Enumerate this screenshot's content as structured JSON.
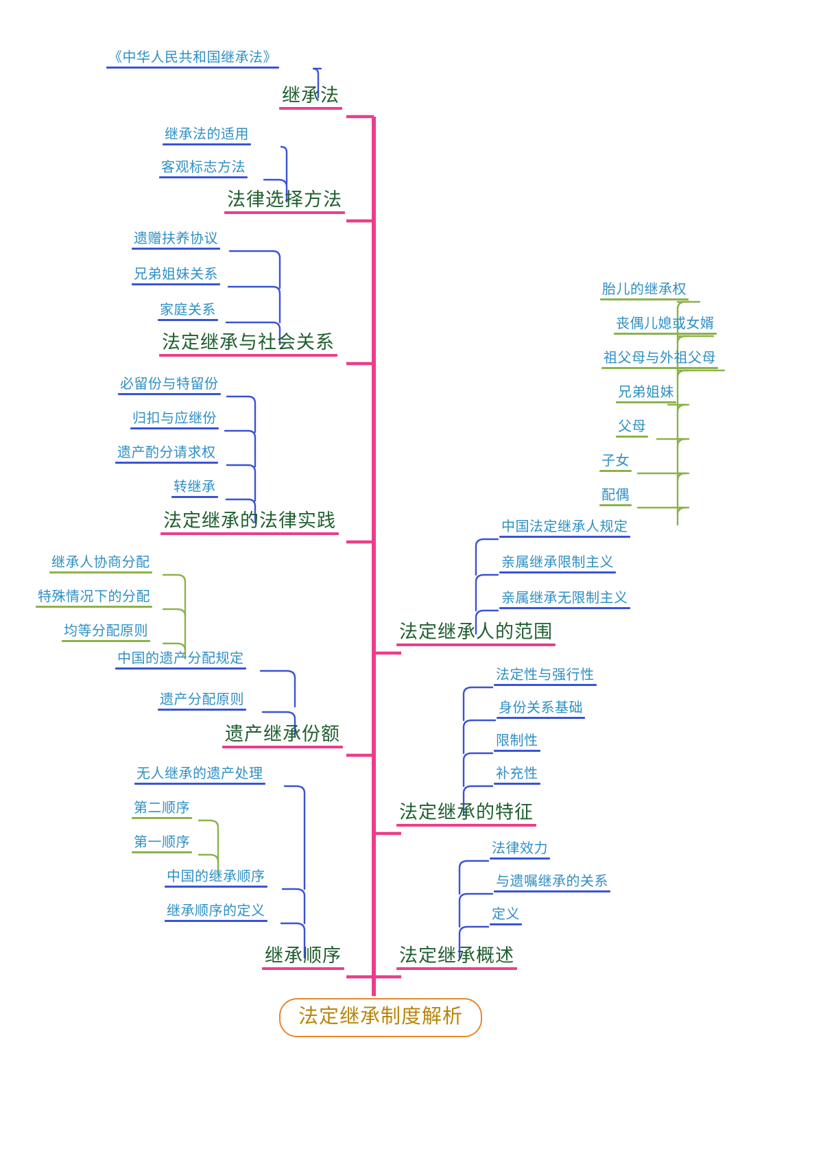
{
  "colors": {
    "root_border": "#E8872B",
    "root_text": "#B8860B",
    "spine": "#EC3D8A",
    "level1_text": "#1F5E2E",
    "level2_text": "#2E8FC4",
    "level2_rule": "#3A52D6",
    "level3_rule": "#8BB24A",
    "background": "#FFFFFF"
  },
  "chart_data": {
    "type": "diagram",
    "title": "法定继承制度解析",
    "layout": "mindmap-bottom-root"
  },
  "root": {
    "label": "法定继承制度解析"
  },
  "branches": [
    {
      "label": "继承法",
      "children": [
        {
          "label": "《中华人民共和国继承法》",
          "children": []
        }
      ]
    },
    {
      "label": "法律选择方法",
      "children": [
        {
          "label": "继承法的适用",
          "children": []
        },
        {
          "label": "客观标志方法",
          "children": []
        }
      ]
    },
    {
      "label": "法定继承与社会关系",
      "children": [
        {
          "label": "遗赠扶养协议",
          "children": []
        },
        {
          "label": "兄弟姐妹关系",
          "children": []
        },
        {
          "label": "家庭关系",
          "children": []
        }
      ]
    },
    {
      "label": "法定继承的法律实践",
      "children": [
        {
          "label": "必留份与特留份",
          "children": []
        },
        {
          "label": "归扣与应继份",
          "children": []
        },
        {
          "label": "遗产酌分请求权",
          "children": []
        },
        {
          "label": "转继承",
          "children": []
        }
      ]
    },
    {
      "label": "法定继承人的范围",
      "children": [
        {
          "label": "中国法定继承人规定",
          "children": [
            {
              "label": "胎儿的继承权"
            },
            {
              "label": "丧偶儿媳或女婿"
            },
            {
              "label": "祖父母与外祖父母"
            },
            {
              "label": "兄弟姐妹"
            },
            {
              "label": "父母"
            },
            {
              "label": "子女"
            },
            {
              "label": "配偶"
            }
          ]
        },
        {
          "label": "亲属继承限制主义",
          "children": []
        },
        {
          "label": "亲属继承无限制主义",
          "children": []
        }
      ]
    },
    {
      "label": "遗产继承份额",
      "children": [
        {
          "label": "中国的遗产分配规定",
          "children": [
            {
              "label": "继承人协商分配"
            },
            {
              "label": "特殊情况下的分配"
            },
            {
              "label": "均等分配原则"
            }
          ]
        },
        {
          "label": "遗产分配原则",
          "children": []
        }
      ]
    },
    {
      "label": "法定继承的特征",
      "children": [
        {
          "label": "法定性与强行性",
          "children": []
        },
        {
          "label": "身份关系基础",
          "children": []
        },
        {
          "label": "限制性",
          "children": []
        },
        {
          "label": "补充性",
          "children": []
        }
      ]
    },
    {
      "label": "继承顺序",
      "children": [
        {
          "label": "无人继承的遗产处理",
          "children": []
        },
        {
          "label": "中国的继承顺序",
          "children": [
            {
              "label": "第二顺序"
            },
            {
              "label": "第一顺序"
            }
          ]
        },
        {
          "label": "继承顺序的定义",
          "children": []
        }
      ]
    },
    {
      "label": "法定继承概述",
      "children": [
        {
          "label": "法律效力",
          "children": []
        },
        {
          "label": "与遗嘱继承的关系",
          "children": []
        },
        {
          "label": "定义",
          "children": []
        }
      ]
    }
  ]
}
